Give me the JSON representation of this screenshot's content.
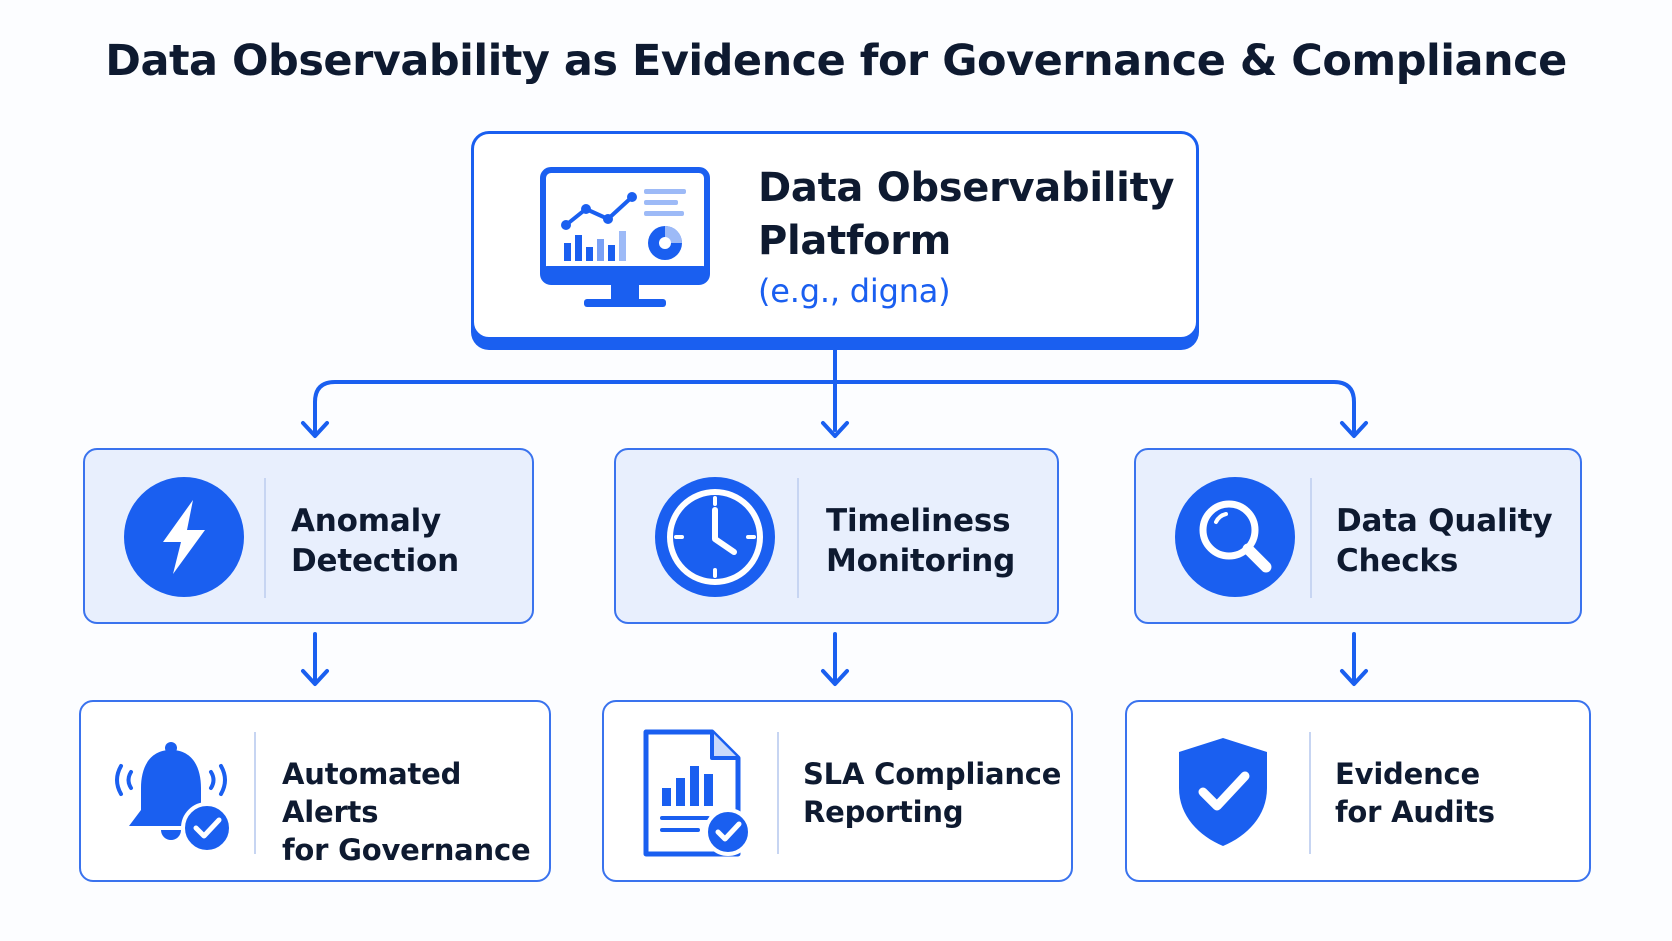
{
  "title": "Data Observability as Evidence for Governance & Compliance",
  "platform": {
    "title": "Data Observability Platform",
    "subtitle": "(e.g., digna)",
    "icon": "monitor-dashboard-icon"
  },
  "features": [
    {
      "label_line1": "Anomaly",
      "label_line2": "Detection",
      "icon": "lightning-bolt-icon"
    },
    {
      "label_line1": "Timeliness",
      "label_line2": "Monitoring",
      "icon": "clock-icon"
    },
    {
      "label_line1": "Data Quality",
      "label_line2": "Checks",
      "icon": "magnifier-icon"
    }
  ],
  "outcomes": [
    {
      "label_line1": "Automated Alerts",
      "label_line2": "for Governance",
      "icon": "bell-check-icon"
    },
    {
      "label_line1": "SLA Compliance",
      "label_line2": "Reporting",
      "icon": "report-check-icon"
    },
    {
      "label_line1": "Evidence",
      "label_line2": "for Audits",
      "icon": "shield-check-icon"
    }
  ],
  "colors": {
    "accent": "#1a5ff0",
    "card_fill": "#e8effd",
    "title_text": "#0e1a30"
  }
}
